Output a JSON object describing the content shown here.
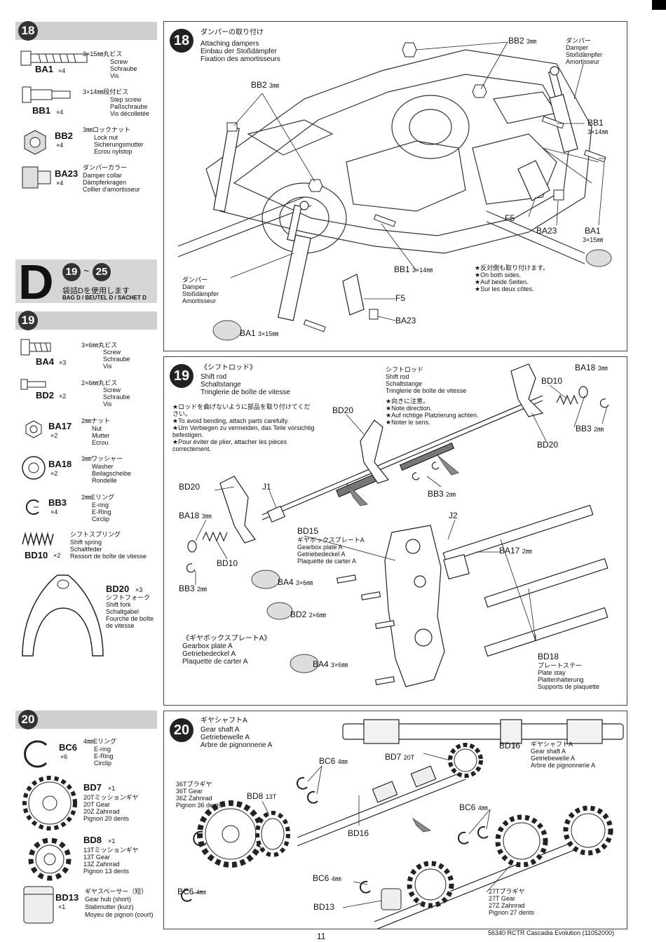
{
  "page": {
    "number": "11",
    "footer": "56340 RCTR Cascadia Evolution (11052000)"
  },
  "bag": {
    "letter": "D",
    "range_from": "19",
    "range_sep": "~",
    "range_to": "25",
    "jp": "袋詰Dを使用します",
    "line": "BAG D / BEUTEL D / SACHET D"
  },
  "steps": {
    "s18": {
      "num": "18",
      "title_jp": "ダンパーの取り付け",
      "title_en": "Attaching dampers",
      "title_de": "Einbau der Stoßdämpfer",
      "title_fr": "Fixation des amortisseurs",
      "parts": [
        {
          "code": "BA1",
          "qty": "×4",
          "desc": [
            "3×15㎜丸ビス",
            "Screw",
            "Schraube",
            "Vis"
          ]
        },
        {
          "code": "BB1",
          "qty": "×4",
          "desc": [
            "3×14㎜段付ビス",
            "Step screw",
            "Paßschraube",
            "Vis décolletée"
          ]
        },
        {
          "code": "BB2",
          "qty": "×4",
          "desc": [
            "3㎜ロックナット",
            "Lock nut",
            "Sicherungsmutter",
            "Ecrou nylstop"
          ]
        },
        {
          "code": "BA23",
          "qty": "×4",
          "desc": [
            "ダンパーカラー",
            "Damper collar",
            "Dämpferkragen",
            "Collier d'amortisseur"
          ]
        }
      ],
      "labels": {
        "bb2_top": "BB2",
        "bb2_top_size": "3㎜",
        "bb2_left": "BB2",
        "bb2_left_size": "3㎜",
        "damper_r": [
          "ダンパー",
          "Damper",
          "Stoßdämpfer",
          "Amortisseur"
        ],
        "bb1_r": "BB1",
        "bb1_r_size": "3×14㎜",
        "f5_r": "F5",
        "ba23_r": "BA23",
        "ba1_r": "BA1",
        "ba1_r_size": "3×15㎜",
        "damper_l": [
          "ダンパー",
          "Damper",
          "Stoßdämpfer",
          "Amortisseur"
        ],
        "bb1_b": "BB1",
        "bb1_b_size": "3×14㎜",
        "f5_b": "F5",
        "ba23_b": "BA23",
        "ba1_b": "BA1",
        "ba1_b_size": "3×15㎜",
        "both_sides": [
          "★反対側も取り付けます。",
          "★On both sides.",
          "★Auf beide Seiten.",
          "★Sur les deux côtes."
        ]
      }
    },
    "s19": {
      "num": "19",
      "title_jp": "《シフトロッド》",
      "title_en": "Shift rod",
      "title_de": "Schaltstange",
      "title_fr": "Tringlerie de boîte de vitesse",
      "parts": [
        {
          "code": "BA4",
          "qty": "×3",
          "desc": [
            "3×6㎜丸ビス",
            "Screw",
            "Schraube",
            "Vis"
          ]
        },
        {
          "code": "BD2",
          "qty": "×2",
          "desc": [
            "2×6㎜丸ビス",
            "Screw",
            "Schraube",
            "Vis"
          ]
        },
        {
          "code": "BA17",
          "qty": "×2",
          "desc": [
            "2㎜ナット",
            "Nut",
            "Mutter",
            "Ecrou"
          ]
        },
        {
          "code": "BA18",
          "qty": "×2",
          "desc": [
            "3㎜ワッシャー",
            "Washer",
            "Beilagscheibe",
            "Rondelle"
          ]
        },
        {
          "code": "BB3",
          "qty": "×4",
          "desc": [
            "2㎜Eリング",
            "E-ring",
            "E-Ring",
            "Circlip"
          ]
        },
        {
          "code": "BD10",
          "qty": "×2",
          "desc": [
            "シフトスプリング",
            "Shift spring",
            "Schaltfeder",
            "Ressort de boîte de vitesse"
          ]
        },
        {
          "code": "BD20",
          "qty": "×3",
          "desc": [
            "シフトフォーク",
            "Shift fork",
            "Schaltgabel",
            "Fourche de boîte",
            "de vitesse"
          ]
        }
      ],
      "caution": [
        "★ロッドを曲げないように部品を取り付けてください。",
        "★To avoid bending, attach parts carefully.",
        "★Um Verbiegen zu vermeiden, das Teile vorsichtig befestigen.",
        "★Pour éviter de plier, attacher les pièces correctement."
      ],
      "shift_rod_r": [
        "シフトロッド",
        "Shift rod",
        "Schaltstange",
        "Tringlerie de boîte de vitesse"
      ],
      "note_dir": [
        "★向きに注意。",
        "★Note direction.",
        "★Auf richtige Platzierung achten.",
        "★Noter le sens."
      ],
      "labels": {
        "ba18_tr": "BA18",
        "ba18_tr_size": "3㎜",
        "bd10_tr": "BD10",
        "bb3_tr": "BB3",
        "bb3_tr_size": "2㎜",
        "bd20_top": "BD20",
        "bd20_r": "BD20",
        "bd20_l": "BD20",
        "j1": "J1",
        "bb3_mid": "BB3",
        "bb3_mid_size": "2㎜",
        "j2": "J2",
        "ba18_l": "BA18",
        "ba18_l_size": "3㎜",
        "bd15": "BD15",
        "bd15_desc": [
          "ギヤボックスプレートA",
          "Gearbox plate A",
          "Getriebedeckel A",
          "Plaquette de carter A"
        ],
        "ba17": "BA17",
        "ba17_size": "2㎜",
        "bd10_l": "BD10",
        "bb3_l": "BB3",
        "bb3_l_size": "2㎜",
        "ba4_a": "BA4",
        "ba4_a_size": "3×6㎜",
        "bd2": "BD2",
        "bd2_size": "2×6㎜",
        "ba4_b": "BA4",
        "ba4_b_size": "3×6㎜",
        "plate_title": [
          "《ギヤボックスプレートA》",
          "Gearbox plate A",
          "Getriebedeckel A",
          "Plaquette de carter A"
        ],
        "bd18": "BD18",
        "bd18_desc": [
          "プレートステー",
          "Plate stay",
          "Plattenhalterung",
          "Supports de plaquette"
        ]
      }
    },
    "s20": {
      "num": "20",
      "title_jp": "ギヤシャフトA",
      "title_en": "Gear shaft A",
      "title_de": "Getriebewelle A",
      "title_fr": "Arbre de pignonnerie A",
      "parts": [
        {
          "code": "BC6",
          "qty": "×6",
          "desc": [
            "4㎜Eリング",
            "E-ring",
            "E-Ring",
            "Circlip"
          ]
        },
        {
          "code": "BD7",
          "qty": "×1",
          "desc": [
            "20Tミッションギヤ",
            "20T Gear",
            "20Z Zahnrad",
            "Pignon 20 dents"
          ]
        },
        {
          "code": "BD8",
          "qty": "×1",
          "desc": [
            "13Tミッションギヤ",
            "13T Gear",
            "13Z Zahnrad",
            "Pignon 13 dents"
          ]
        },
        {
          "code": "BD13",
          "qty": "×1",
          "desc": [
            "ギヤスペーサー（短）",
            "Gear hub (short)",
            "Stabmutter (kurz)",
            "Moyeu de pignon (court)"
          ]
        }
      ],
      "labels": {
        "bd16_top": "BD16",
        "bd16_desc": [
          "ギヤシャフトA",
          "Gear shaft A",
          "Getriebewelle A",
          "Arbre de pignonnerie A"
        ],
        "bc6_a": "BC6",
        "bc6_a_size": "4㎜",
        "bd7": "BD7",
        "bd7_size": "20T",
        "gear36": [
          "36Tプラギヤ",
          "36T Gear",
          "36Z Zahnrad",
          "Pignon 36 dents"
        ],
        "bd8": "BD8",
        "bd8_size": "13T",
        "bd16_mid": "BD16",
        "bc6_b": "BC6",
        "bc6_b_size": "4㎜",
        "bc6_c": "BC6",
        "bc6_c_size": "4㎜",
        "bc6_d": "BC6",
        "bc6_d_size": "4㎜",
        "bd13": "BD13",
        "gear27": [
          "27Tプラギヤ",
          "27T Gear",
          "27Z Zahnrad",
          "Pignon 27 dents"
        ]
      }
    }
  }
}
